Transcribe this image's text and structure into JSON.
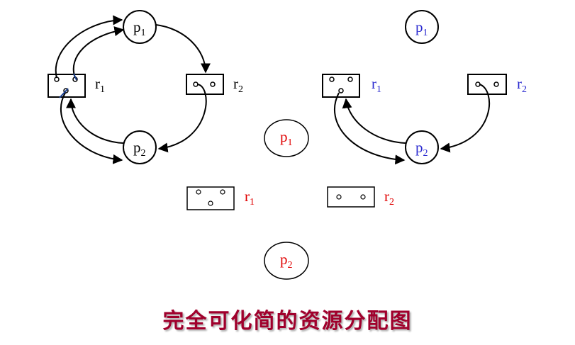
{
  "diagram": {
    "caption": "完全可化简的资源分配图",
    "colors": {
      "black": "#000000",
      "blue": "#2b2bd0",
      "red": "#e00000",
      "caption": "#a0002c",
      "request_mark": "#1a3f8f"
    },
    "stage1": {
      "p1": {
        "base": "p",
        "sub": "1"
      },
      "p2": {
        "base": "p",
        "sub": "2"
      },
      "r1": {
        "base": "r",
        "sub": "1"
      },
      "r2": {
        "base": "r",
        "sub": "2"
      }
    },
    "stage2": {
      "p1": {
        "base": "p",
        "sub": "1"
      },
      "p2": {
        "base": "p",
        "sub": "2"
      },
      "r1": {
        "base": "r",
        "sub": "1"
      },
      "r2": {
        "base": "r",
        "sub": "2"
      }
    },
    "stage3": {
      "p1": {
        "base": "p",
        "sub": "1"
      },
      "p2": {
        "base": "p",
        "sub": "2"
      },
      "r1": {
        "base": "r",
        "sub": "1"
      },
      "r2": {
        "base": "r",
        "sub": "2"
      }
    }
  }
}
